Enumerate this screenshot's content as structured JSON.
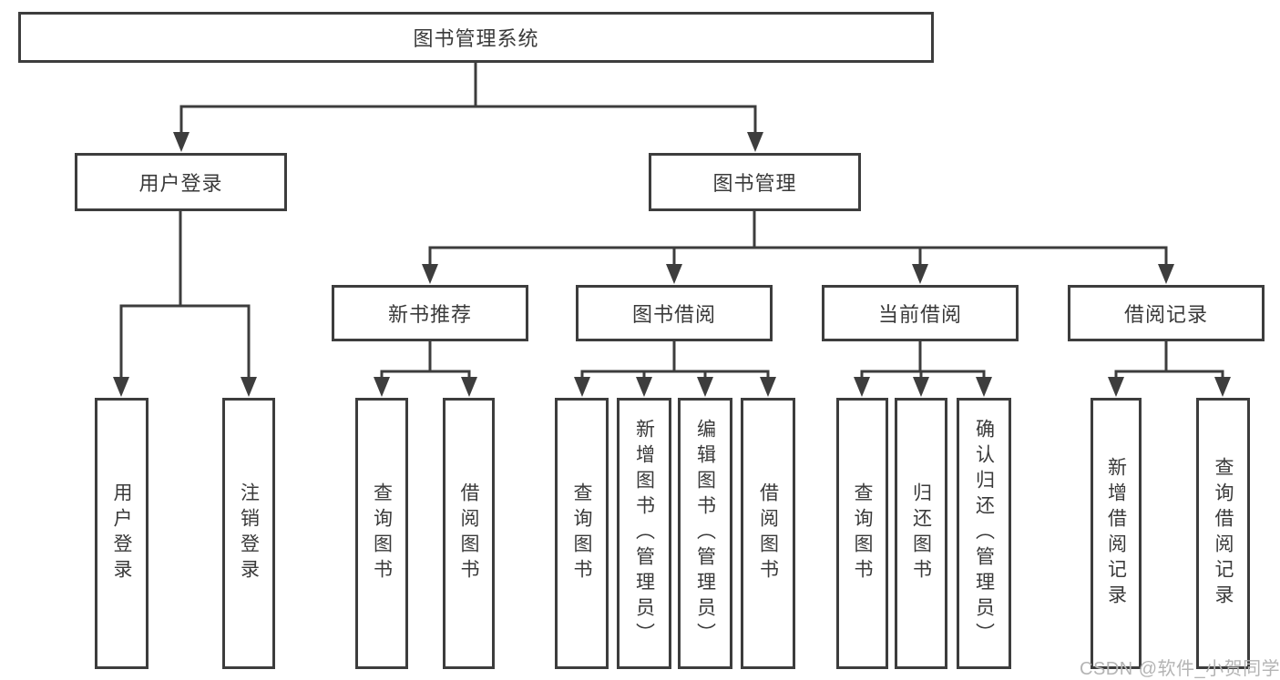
{
  "tree": {
    "label": "图书管理系统",
    "children": [
      {
        "label": "用户登录",
        "children": [
          {
            "label": "用户登录"
          },
          {
            "label": "注销登录"
          }
        ]
      },
      {
        "label": "图书管理",
        "children": [
          {
            "label": "新书推荐",
            "children": [
              {
                "label": "查询图书"
              },
              {
                "label": "借阅图书"
              }
            ]
          },
          {
            "label": "图书借阅",
            "children": [
              {
                "label": "查询图书"
              },
              {
                "label": "新增图书（管理员）"
              },
              {
                "label": "编辑图书（管理员）"
              },
              {
                "label": "借阅图书"
              }
            ]
          },
          {
            "label": "当前借阅",
            "children": [
              {
                "label": "查询图书"
              },
              {
                "label": "归还图书"
              },
              {
                "label": "确认归还（管理员）"
              }
            ]
          },
          {
            "label": "借阅记录",
            "children": [
              {
                "label": "新增借阅记录"
              },
              {
                "label": "查询借阅记录"
              }
            ]
          }
        ]
      }
    ]
  },
  "watermark": {
    "text": "CSDN @软件_小贺同学"
  },
  "colors": {
    "line": "#3d3d3d",
    "box_border": "#3d3d3d",
    "text": "#3a3a3a",
    "watermark": "#b4b4b4",
    "background": "#ffffff"
  }
}
